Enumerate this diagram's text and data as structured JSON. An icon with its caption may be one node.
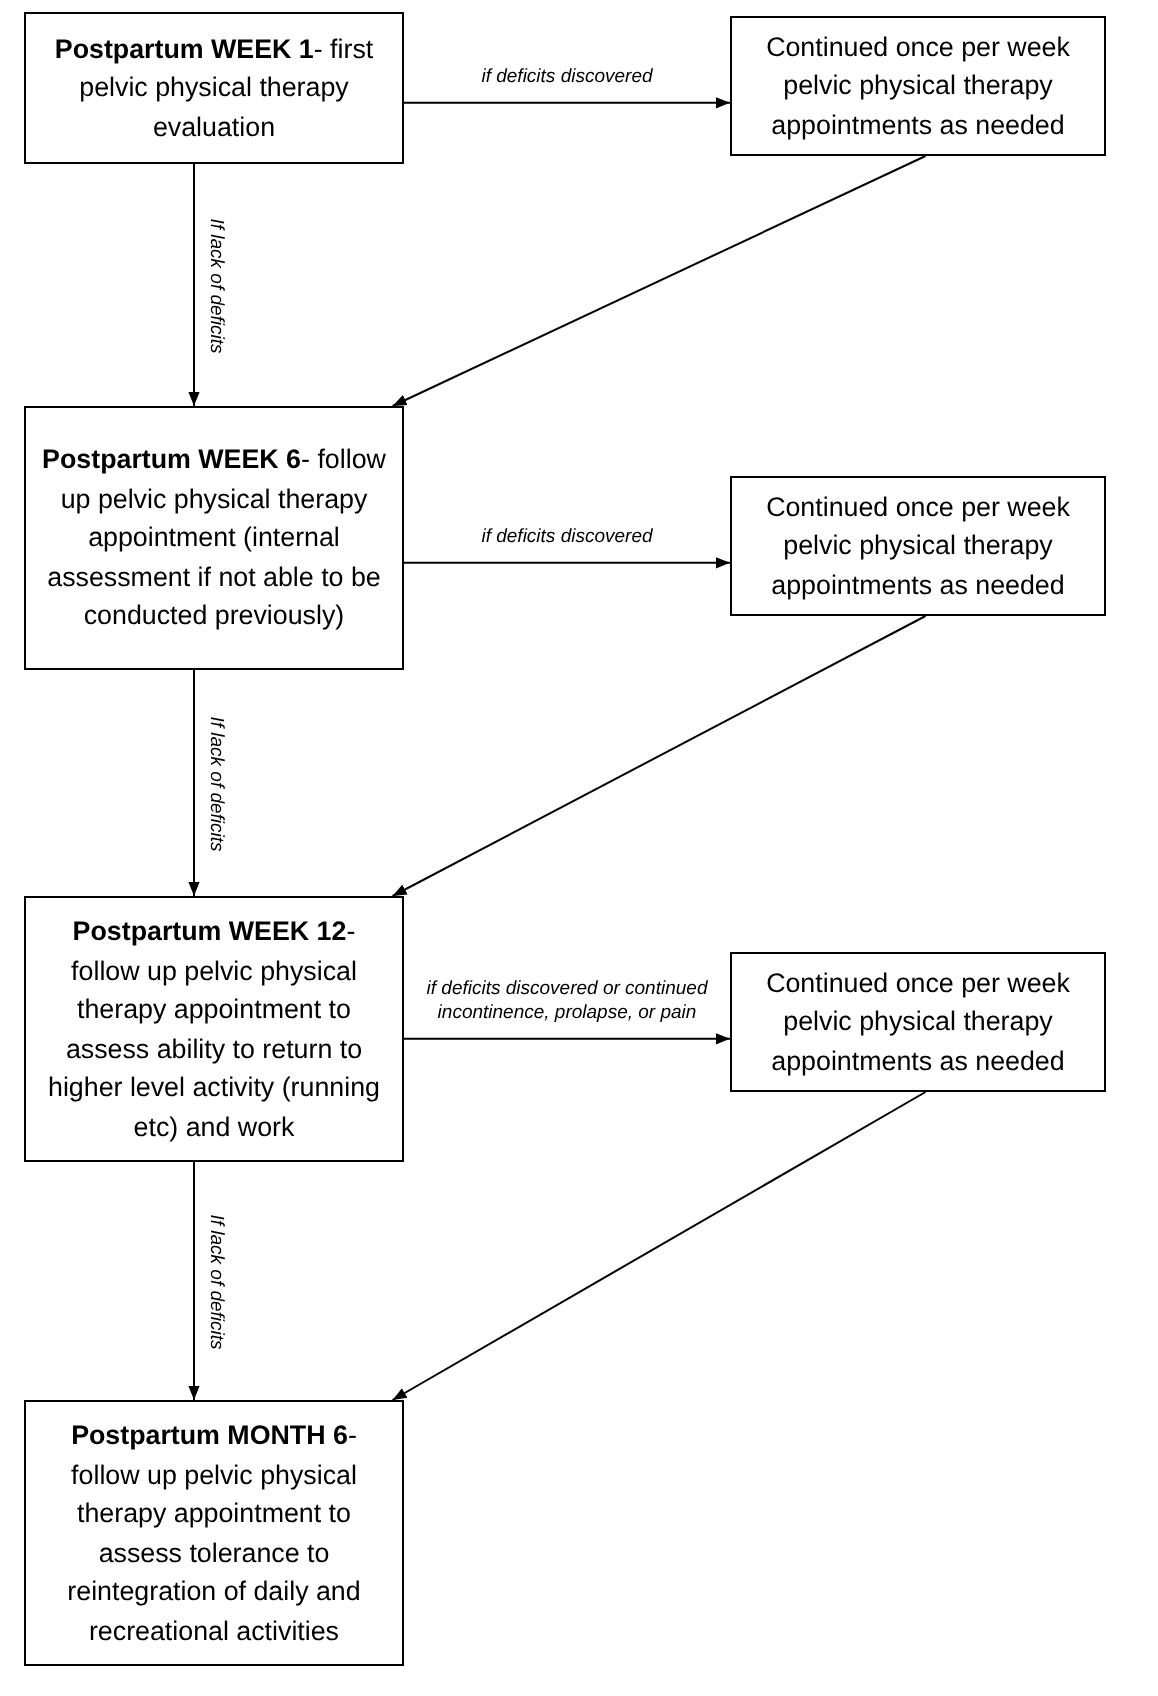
{
  "diagram": {
    "nodes": [
      {
        "text": [
          "**Postpartum WEEK 1**- first pelvic physical therapy evaluation"
        ]
      },
      {
        "text": [
          "Continued once per week pelvic physical therapy appointments as needed"
        ]
      },
      {
        "text": [
          "**Postpartum WEEK 6**- follow up pelvic physical therapy appointment (internal assessment if not able to be conducted previously)"
        ]
      },
      {
        "text": [
          "Continued once per week pelvic physical therapy appointments as needed"
        ]
      },
      {
        "text": [
          "**Postpartum WEEK 12**- follow up pelvic physical therapy appointment to assess ability to return to higher level activity (running etc) and work"
        ]
      },
      {
        "text": [
          "Continued once per week pelvic physical therapy appointments as needed"
        ]
      },
      {
        "text": [
          "**Postpartum MONTH 6**- follow up pelvic physical therapy appointment to assess tolerance to reintegration of daily and recreational activities"
        ]
      }
    ],
    "edges": [
      {
        "from": 0,
        "to": 1,
        "arrow": "to",
        "label": "if deficits discovered"
      },
      {
        "from": 0,
        "to": 2,
        "arrow": "to",
        "label": "If lack of deficits"
      },
      {
        "from": 1,
        "to": 2,
        "arrow": "to"
      },
      {
        "from": 2,
        "to": 3,
        "arrow": "to",
        "label": "if deficits discovered"
      },
      {
        "from": 2,
        "to": 4,
        "arrow": "to",
        "label": "If lack of deficits"
      },
      {
        "from": 3,
        "to": 4,
        "arrow": "to"
      },
      {
        "from": 4,
        "to": 5,
        "arrow": "to",
        "label": "if deficits discovered or continued incontinence, prolapse, or pain"
      },
      {
        "from": 4,
        "to": 6,
        "arrow": "to",
        "label": "If lack of deficits"
      },
      {
        "from": 5,
        "to": 6,
        "arrow": "to"
      }
    ]
  }
}
